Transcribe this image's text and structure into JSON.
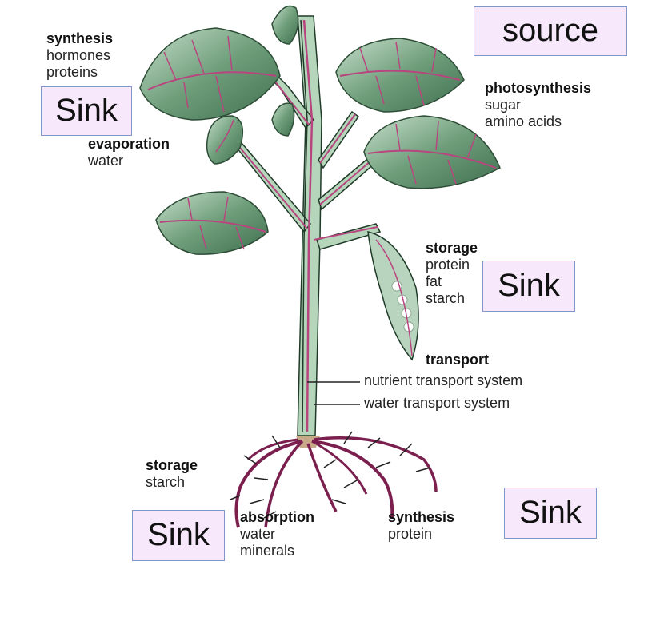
{
  "labels": {
    "synthesis_top": {
      "title": "synthesis",
      "lines": [
        "hormones",
        "proteins"
      ]
    },
    "evaporation": {
      "title": "evaporation",
      "lines": [
        "water"
      ]
    },
    "photosynthesis": {
      "title": "photosynthesis",
      "lines": [
        "sugar",
        "amino acids"
      ]
    },
    "storage_upper": {
      "title": "storage",
      "lines": [
        "protein",
        "fat",
        "starch"
      ]
    },
    "transport": {
      "title": "transport",
      "lines": [
        "nutrient transport system",
        "water transport system"
      ]
    },
    "storage_lower": {
      "title": "storage",
      "lines": [
        "starch"
      ]
    },
    "absorption": {
      "title": "absorption",
      "lines": [
        "water",
        "minerals"
      ]
    },
    "synthesis_bottom": {
      "title": "synthesis",
      "lines": [
        "protein"
      ]
    }
  },
  "boxes": {
    "source": "source",
    "sink_top_left": "Sink",
    "sink_mid_right": "Sink",
    "sink_bottom_left": "Sink",
    "sink_bottom_right": "Sink"
  },
  "colors": {
    "leaf_fill": "#5e8f6c",
    "leaf_light": "#b9d4be",
    "stem": "#a9cfb0",
    "vein": "#b8457f",
    "root": "#7a1f4e",
    "box_fill": "#f7e9fb",
    "box_border": "#8097c9"
  }
}
